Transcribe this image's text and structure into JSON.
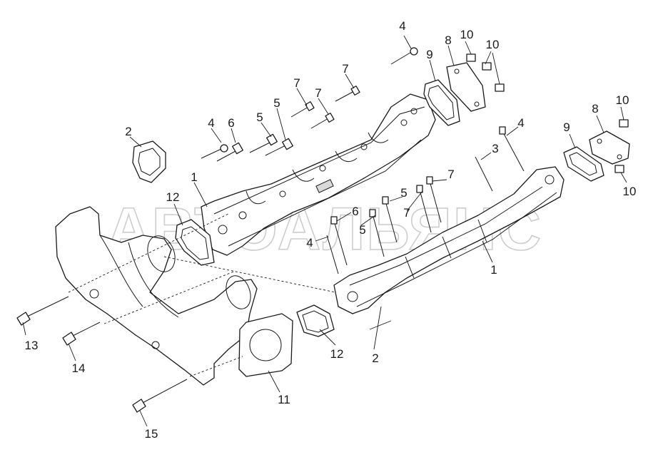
{
  "watermark": "АВТОАЛЬЯНС",
  "callouts": [
    {
      "id": "c2-left",
      "text": "2"
    },
    {
      "id": "c4-a",
      "text": "4"
    },
    {
      "id": "c6-a",
      "text": "6"
    },
    {
      "id": "c5-a",
      "text": "5"
    },
    {
      "id": "c5-b",
      "text": "5"
    },
    {
      "id": "c7-a",
      "text": "7"
    },
    {
      "id": "c7-b",
      "text": "7"
    },
    {
      "id": "c7-c",
      "text": "7"
    },
    {
      "id": "c4-top",
      "text": "4"
    },
    {
      "id": "c9-top",
      "text": "9"
    },
    {
      "id": "c8-top",
      "text": "8"
    },
    {
      "id": "c10-top-a",
      "text": "10"
    },
    {
      "id": "c10-top-b",
      "text": "10"
    },
    {
      "id": "c10-top-c",
      "text": "10"
    },
    {
      "id": "c1-upper",
      "text": "1"
    },
    {
      "id": "c12-upper",
      "text": "12"
    },
    {
      "id": "c4-right",
      "text": "4"
    },
    {
      "id": "c3",
      "text": "3"
    },
    {
      "id": "c9-right",
      "text": "9"
    },
    {
      "id": "c8-right",
      "text": "8"
    },
    {
      "id": "c10-right-a",
      "text": "10"
    },
    {
      "id": "c10-right-b",
      "text": "10"
    },
    {
      "id": "c7-d",
      "text": "7"
    },
    {
      "id": "c5-c",
      "text": "5"
    },
    {
      "id": "c7-e",
      "text": "7"
    },
    {
      "id": "c6-b",
      "text": "6"
    },
    {
      "id": "c5-d",
      "text": "5"
    },
    {
      "id": "c4-b",
      "text": "4"
    },
    {
      "id": "c1-lower",
      "text": "1"
    },
    {
      "id": "c12-lower",
      "text": "12"
    },
    {
      "id": "c2-lower",
      "text": "2"
    },
    {
      "id": "c13",
      "text": "13"
    },
    {
      "id": "c14",
      "text": "14"
    },
    {
      "id": "c11",
      "text": "11"
    },
    {
      "id": "c15",
      "text": "15"
    }
  ]
}
